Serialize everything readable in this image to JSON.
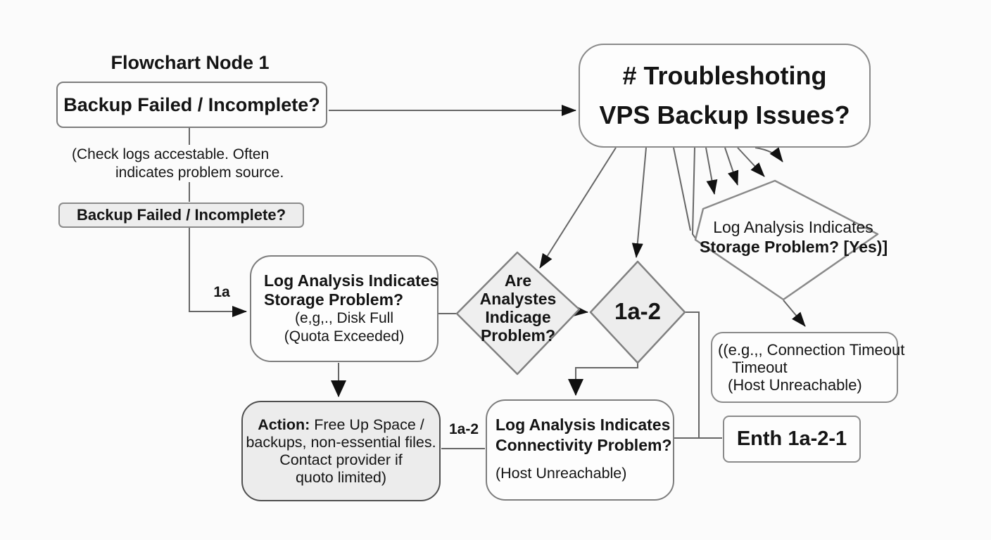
{
  "colors": {
    "background": "#fbfbfb",
    "node_fill": "#fdfdfd",
    "node_fill_gray": "#ededed",
    "node_stroke": "#7d7d7d",
    "edge": "#666666",
    "arrowhead": "#111111",
    "text": "#141414"
  },
  "title": "Flowchart Node 1",
  "nodes": {
    "start": {
      "label": "Backup Failed / Incomplete?"
    },
    "note": {
      "line1": "(Check logs accestable. Often",
      "line2": "indicates problem source."
    },
    "start_gray": {
      "label": "Backup Failed / Incomplete?"
    },
    "main": {
      "line1": "# Troubleshoting",
      "line2": "VPS Backup Issues?"
    },
    "storage": {
      "line1": "Log Analysis Indicates",
      "line2": "Storage Problem?",
      "line3": "(e,g,., Disk Full",
      "line4": "(Quota Exceeded)"
    },
    "analysts": {
      "line1": "Are",
      "line2": "Analystes",
      "line3": "Indicage",
      "line4": "Problem?"
    },
    "node_1a2": {
      "label": "1a-2"
    },
    "storage_yes": {
      "line1": "Log Analysis Indicates",
      "line2": "Storage Problem? [Yes)]"
    },
    "timeout": {
      "line1": "((e.g.,, Connection Timeout",
      "line2": "Timeout",
      "line3": "(Host Unreachable)"
    },
    "enth": {
      "label": "Enth 1a-2-1"
    },
    "action": {
      "prefix": "Action:",
      "line1": "Free Up Space /",
      "line2": "backups, non-essential files.",
      "line3": "Contact provider if",
      "line4": "quoto limited)"
    },
    "connectivity": {
      "line1": "Log Analysis Indicates",
      "line2": "Connectivity Problem?",
      "line3": "(Host Unreachable)"
    }
  },
  "edge_labels": {
    "to_storage": "1a",
    "to_connectivity": "1a-2"
  }
}
